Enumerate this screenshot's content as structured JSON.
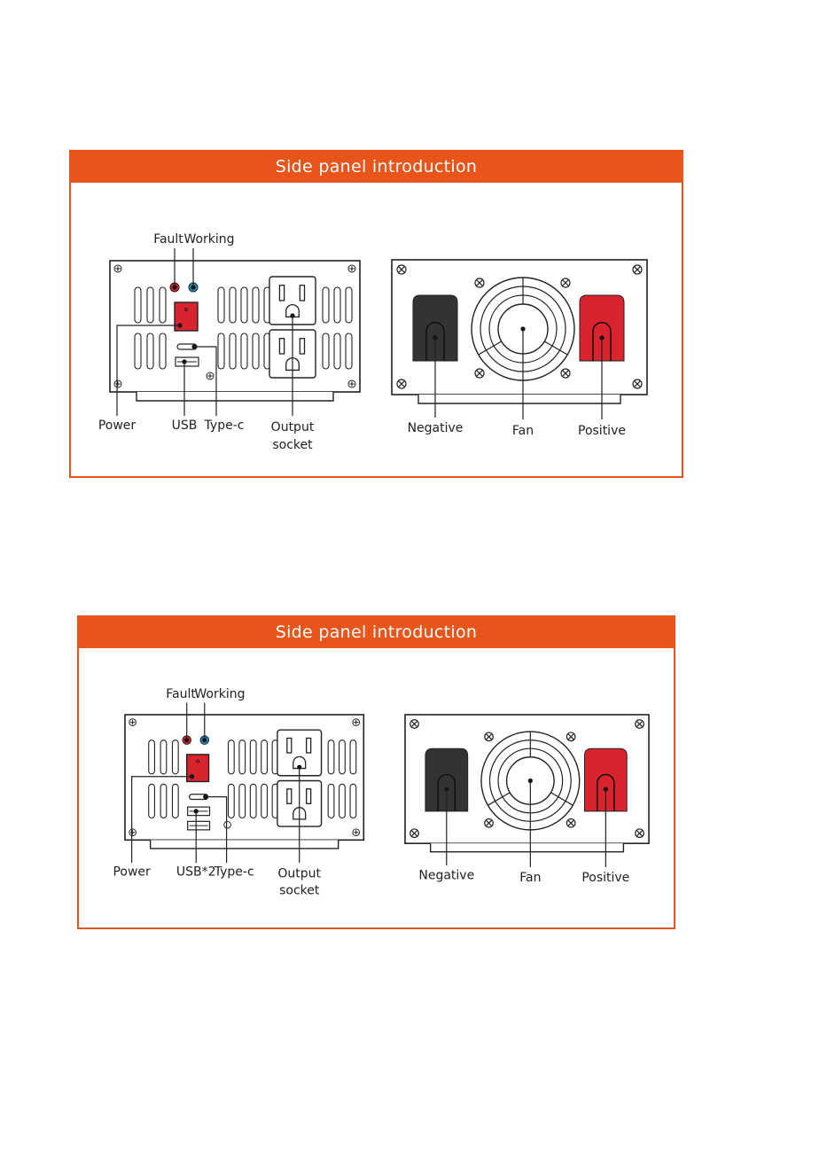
{
  "cards": [
    {
      "title": "Side panel introduction",
      "labels": {
        "fault": "Fault",
        "working": "Working",
        "power": "Power",
        "usb": "USB",
        "typec": "Type-c",
        "output_line1": "Output",
        "output_line2": "socket",
        "negative": "Negative",
        "fan": "Fan",
        "positive": "Positive"
      }
    },
    {
      "title": "Side panel introduction",
      "labels": {
        "fault": "Fault",
        "working": "Working",
        "power": "Power",
        "usb": "USB*2",
        "typec": "Type-c",
        "output_line1": "Output",
        "output_line2": "socket",
        "negative": "Negative",
        "fan": "Fan",
        "positive": "Positive"
      }
    }
  ],
  "colors": {
    "accent": "#e8551a",
    "fault_led": "#d9232e",
    "working_led": "#1e90c8",
    "power_switch": "#d9232e",
    "negative_terminal": "#333333",
    "positive_terminal": "#d9232e"
  }
}
